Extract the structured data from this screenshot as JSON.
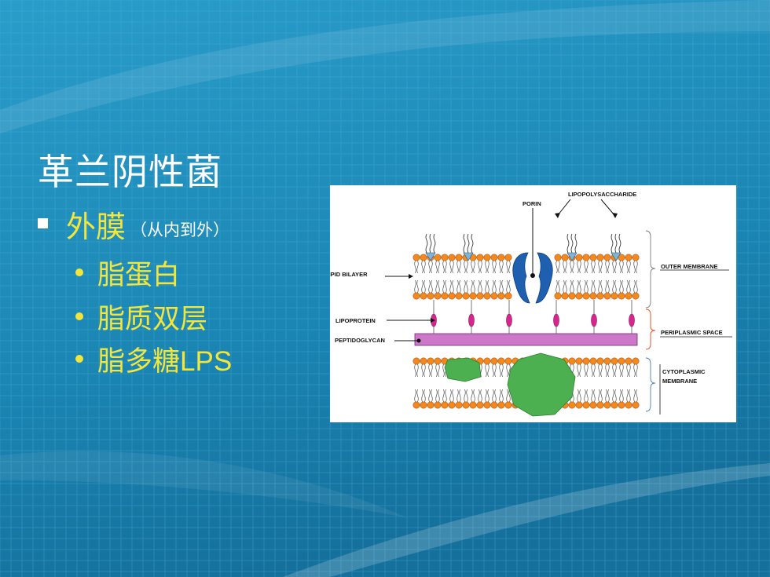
{
  "slide": {
    "title": "革兰阴性菌",
    "bullet": {
      "main": "外膜",
      "note": "（从内到外）"
    },
    "sub_items": [
      {
        "text": "脂蛋白"
      },
      {
        "text": "脂质双层"
      },
      {
        "text_cn": "脂多糖",
        "text_latin": "LPS"
      }
    ]
  },
  "figure": {
    "labels": {
      "lipopolysaccharide": "LIPOPOLYSACCHARIDE",
      "porin": "PORIN",
      "lipid_bilayer": "LIPID BILAYER",
      "lipoprotein": "LIPOPROTEIN",
      "peptidoglycan": "PEPTIDOGLYCAN",
      "outer_membrane": "OUTER MEMBRANE",
      "periplasmic_space": "PERIPLASMIC SPACE",
      "cytoplasmic_1": "CYTOPLASMIC",
      "cytoplasmic_2": "MEMBRANE"
    },
    "colors": {
      "lipid_head": "#f08a1c",
      "lipid_head_edge": "#c0501a",
      "porin": "#1e5fb0",
      "lps_unit": "#7fb4d8",
      "lipoprotein": "#d6288c",
      "peptidoglycan": "#cc77c8",
      "protein": "#4caf50",
      "brace_outer": "#7a7a7a",
      "brace_periplasm": "#e8552a",
      "brace_cyto": "#4a7fb0"
    }
  },
  "background": {
    "base": "#1f8fbd",
    "grid": "#4db0d8"
  }
}
